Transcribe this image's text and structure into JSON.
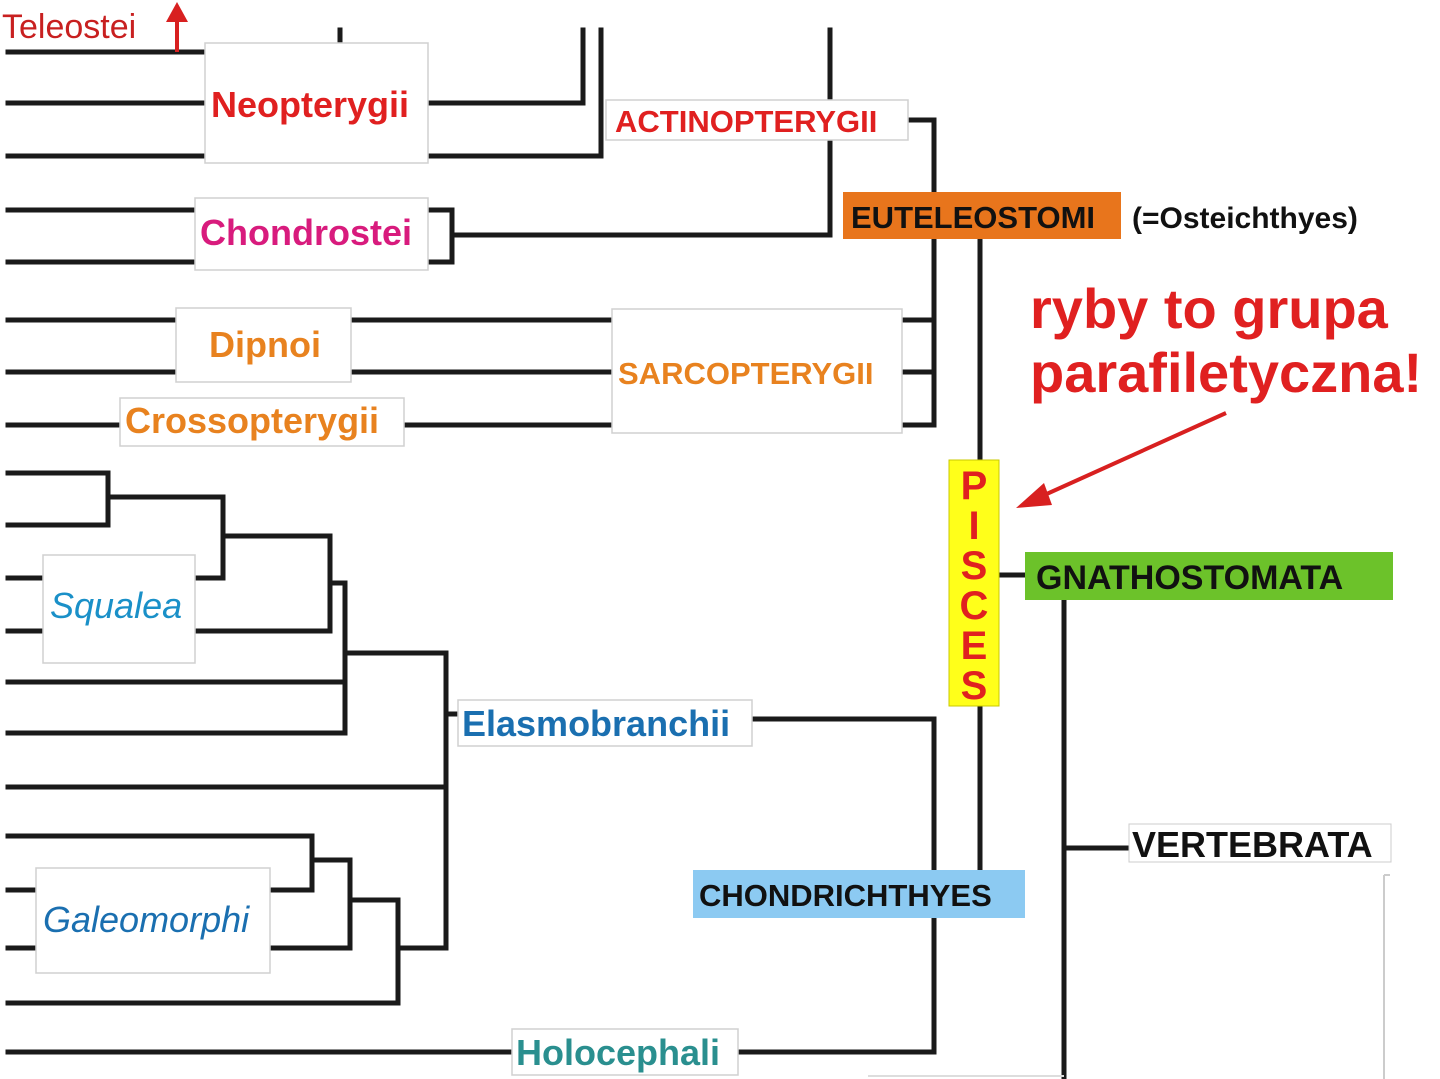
{
  "labels": {
    "teleostei": "Teleostei",
    "neopterygii": "Neopterygii",
    "actinopterygii": "ACTINOPTERYGII",
    "euteleostomi": "EUTELEOSTOMI",
    "osteichthyes": "(=Osteichthyes)",
    "chondrostei": "Chondrostei",
    "dipnoi": "Dipnoi",
    "sarcopterygii": "SARCOPTERYGII",
    "crossopterygii": "Crossopterygii",
    "note_line1": "ryby to grupa",
    "note_line2": "parafiletyczna!",
    "pisces": [
      "P",
      "I",
      "S",
      "C",
      "E",
      "S"
    ],
    "gnathostomata": "GNATHOSTOMATA",
    "squalea": "Squalea",
    "elasmobranchii": "Elasmobranchii",
    "vertebrata": "VERTEBRATA",
    "galeomorphi": "Galeomorphi",
    "chondrichthyes": "CHONDRICHTHYES",
    "holocephali": "Holocephali"
  },
  "colors": {
    "red": "#e02020",
    "magenta": "#d81b7d",
    "orange": "#e8821f",
    "blue": "#1a6fb0",
    "teal": "#2a8f8f",
    "euteleostomi_fill": "#e8751c",
    "pisces_fill": "#ffff1a",
    "gnathostomata_fill": "#6cc22a",
    "chondrichthyes_fill": "#8ccaf2",
    "line": "#1a1a1a"
  }
}
